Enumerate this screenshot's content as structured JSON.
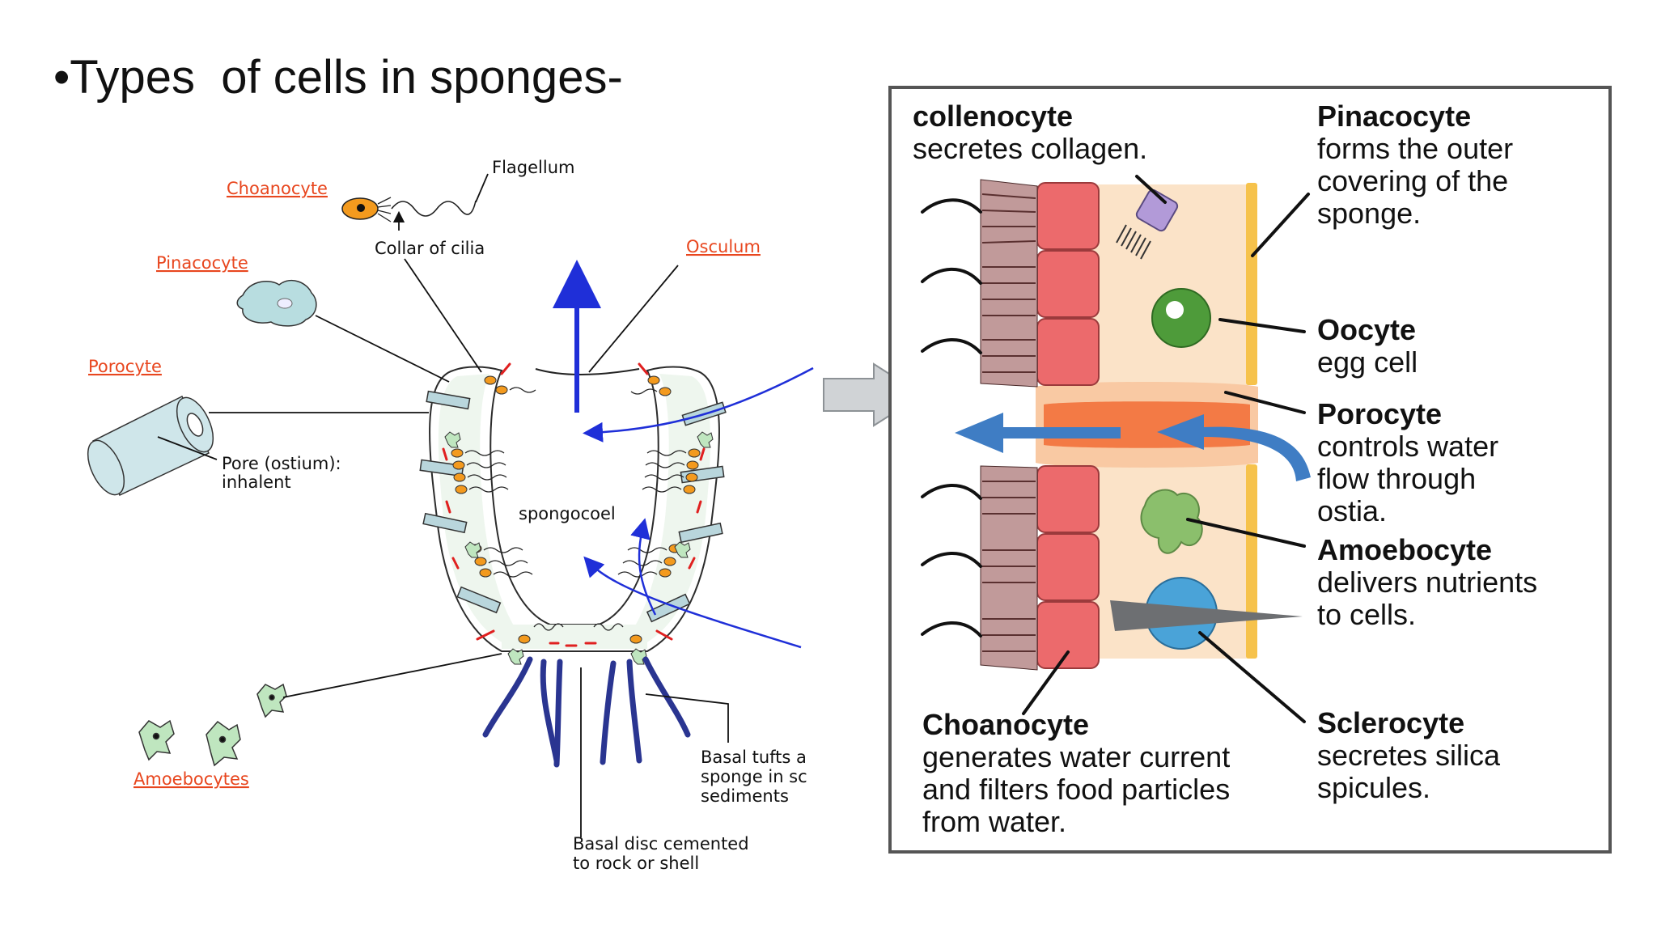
{
  "title": "•Types  of cells in sponges-",
  "left_diagram": {
    "choanocyte": "Choanocyte",
    "flagellum": "Flagellum",
    "collar": "Collar of cilia",
    "pinacocyte": "Pinacocyte",
    "osculum": "Osculum",
    "porocyte": "Porocyte",
    "pore_line1": "Pore (ostium):",
    "pore_line2": "inhalent",
    "spongocoel": "spongocoel",
    "amoebocytes": "Amoebocytes",
    "basal_tufts_line1": "Basal tufts a",
    "basal_tufts_line2": "sponge in sc",
    "basal_tufts_line3": "sediments",
    "basal_disc_line1": "Basal disc cemented",
    "basal_disc_line2": "to rock or shell",
    "colors": {
      "label_red": "#e8461e",
      "flow_blue": "#1f2fd8",
      "tuft_blue": "#2a3591",
      "cell_orange": "#f39a1e"
    }
  },
  "right_diagram": {
    "collenocyte": {
      "name": "collenocyte",
      "desc": "secretes collagen."
    },
    "pinacocyte": {
      "name": "Pinacocyte",
      "desc": [
        "forms the outer",
        "covering of the",
        "sponge."
      ]
    },
    "oocyte": {
      "name": "Oocyte",
      "desc": [
        "egg cell"
      ]
    },
    "porocyte": {
      "name": "Porocyte",
      "desc": [
        "controls water",
        "flow through",
        "ostia."
      ]
    },
    "amoebocyte": {
      "name": "Amoebocyte",
      "desc": [
        "delivers nutrients",
        "to cells."
      ]
    },
    "choanocyte": {
      "name": "Choanocyte",
      "desc": [
        "generates water current",
        "and filters food particles",
        "from water."
      ]
    },
    "sclerocyte": {
      "name": "Sclerocyte",
      "desc": [
        "secretes silica",
        "spicules."
      ]
    },
    "colors": {
      "tissue": "#fbe3c8",
      "cell_red": "#ec6a6c",
      "pore_orange": "#f37a45",
      "flow": "#3f7dc4",
      "oocyte": "#4e9b3a",
      "amoebocyte": "#8bbf6c",
      "sclerocyte": "#4aa3d8",
      "collenocyte": "#b29ad8",
      "edge_yellow": "#f6c24b"
    }
  }
}
